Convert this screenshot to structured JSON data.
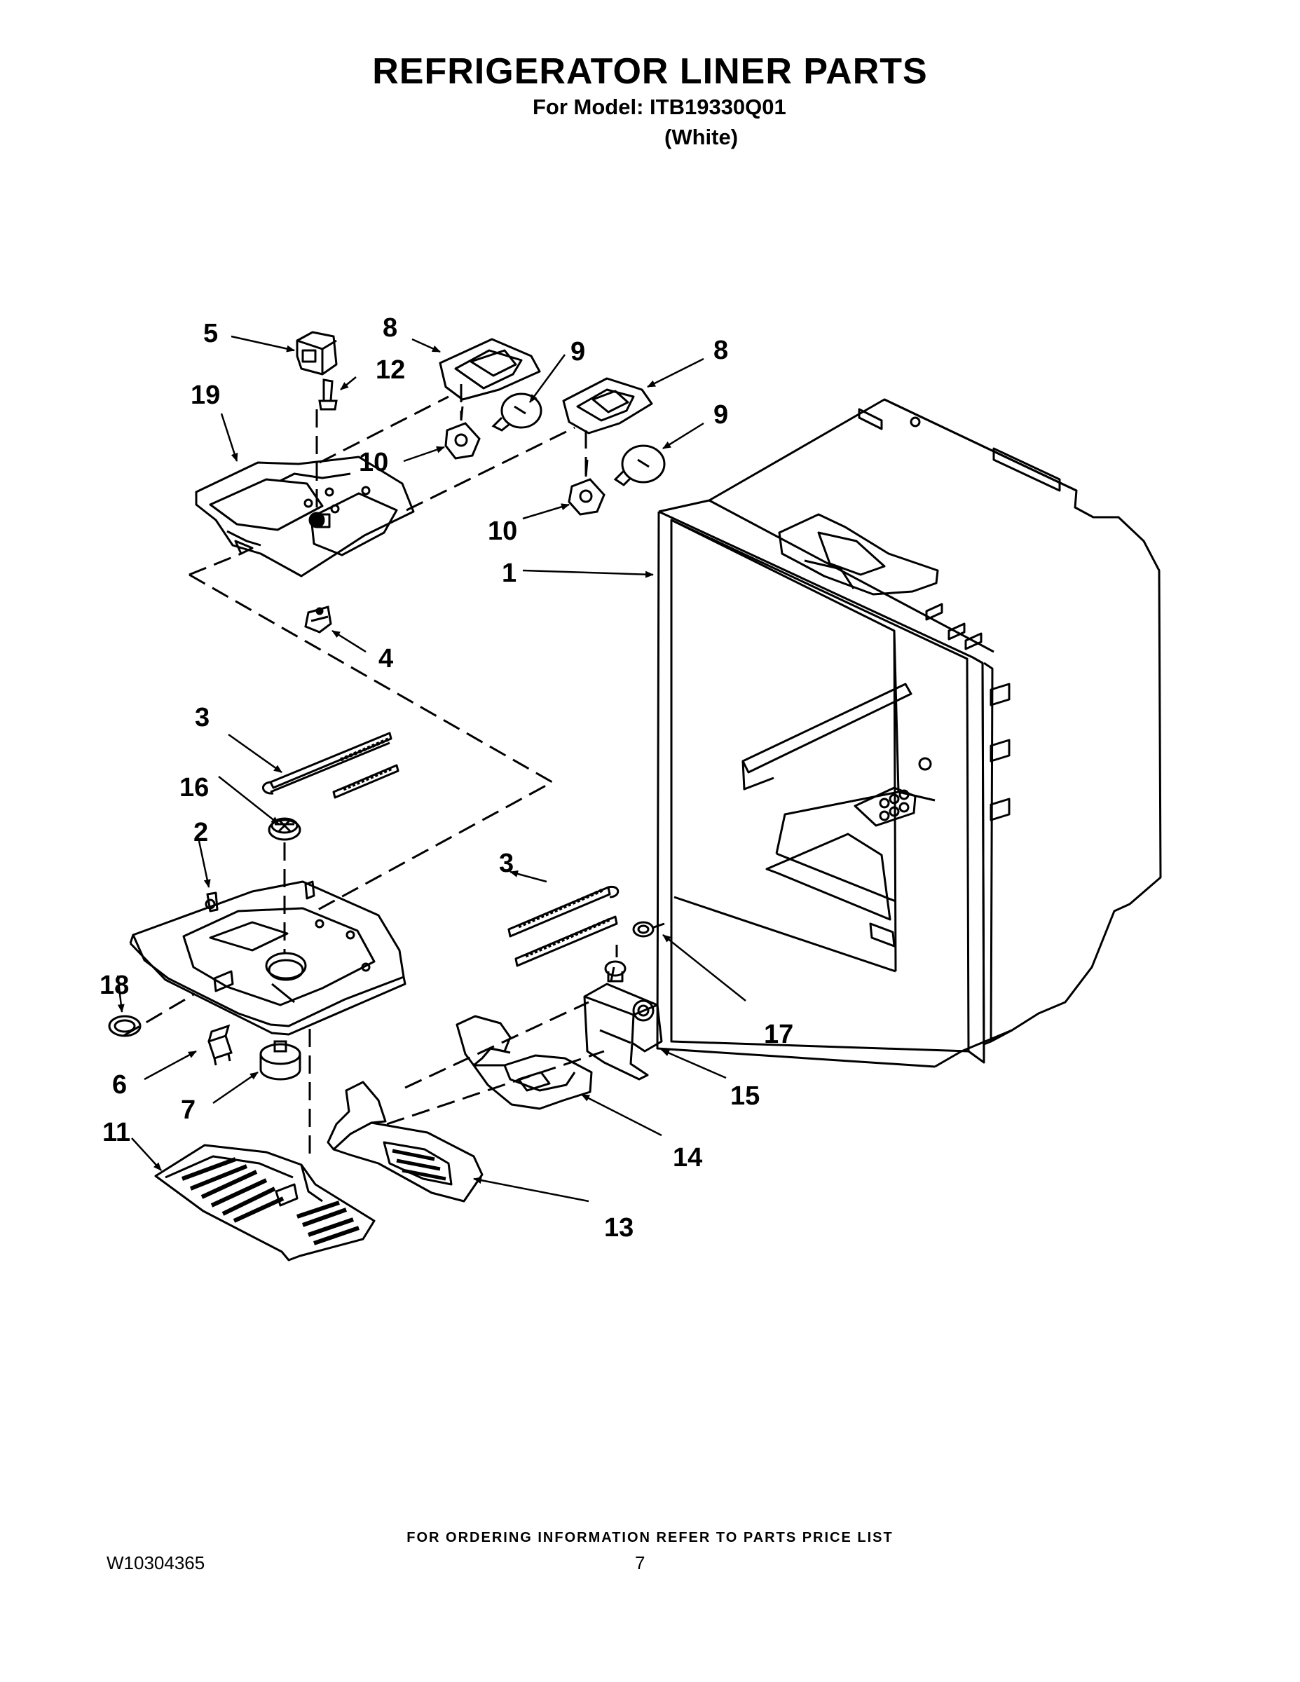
{
  "header": {
    "title": "REFRIGERATOR LINER PARTS",
    "model_line": "For Model: ITB19330Q01",
    "variant": "(White)"
  },
  "callouts": {
    "c1": "1",
    "c2": "2",
    "c3a": "3",
    "c3b": "3",
    "c4": "4",
    "c5": "5",
    "c6": "6",
    "c7": "7",
    "c8a": "8",
    "c8b": "8",
    "c9a": "9",
    "c9b": "9",
    "c10a": "10",
    "c10b": "10",
    "c11": "11",
    "c12": "12",
    "c13": "13",
    "c14": "14",
    "c15": "15",
    "c16": "16",
    "c17": "17",
    "c18": "18",
    "c19": "19"
  },
  "footer": {
    "ordering_note": "FOR ORDERING INFORMATION REFER TO PARTS PRICE LIST",
    "doc_number": "W10304365",
    "page_number": "7"
  }
}
